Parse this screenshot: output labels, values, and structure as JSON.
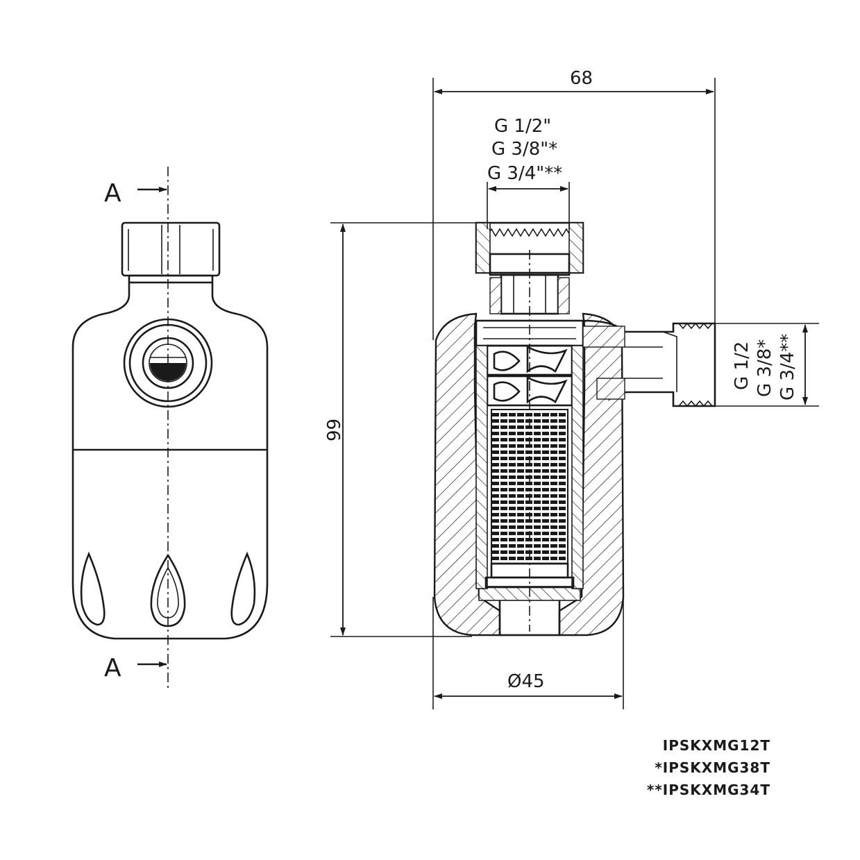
{
  "labels": {
    "section_top": "A",
    "section_bottom": "A",
    "width_dim": "68",
    "height_dim": "99",
    "diameter_dim": "Ø45",
    "top_thread_1": "G 1/2\"",
    "top_thread_2": "G 3/8\"*",
    "top_thread_3": "G 3/4\"**",
    "side_thread_1": "G 1/2",
    "side_thread_2": "G 3/8*",
    "side_thread_3": "G 3/4**"
  },
  "codes": [
    "IPSKXMG12T",
    "*IPSKXMG38T",
    "**IPSKXMG34T"
  ],
  "colors": {
    "ink": "#1a1a1a",
    "paper": "#ffffff"
  }
}
